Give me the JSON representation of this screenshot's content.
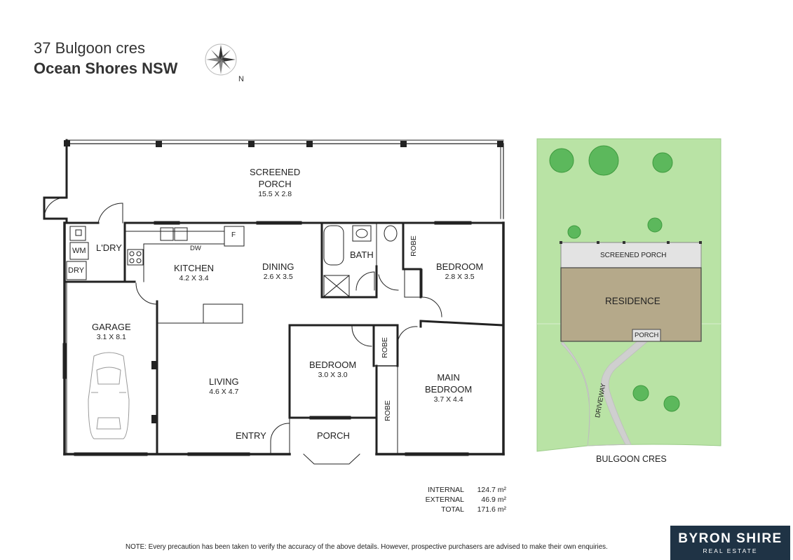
{
  "header": {
    "street": "37 Bulgoon cres",
    "suburb": "Ocean Shores NSW",
    "north_label": "N"
  },
  "rooms": {
    "screened_porch": {
      "name_line1": "SCREENED",
      "name_line2": "PORCH",
      "dims": "15.5 X 2.8"
    },
    "laundry": "L'DRY",
    "wm": "WM",
    "dry": "DRY",
    "fridge": "F",
    "dw": "DW",
    "kitchen": {
      "name": "KITCHEN",
      "dims": "4.2 X 3.4"
    },
    "dining": {
      "name": "DINING",
      "dims": "2.6 X 3.5"
    },
    "bath": "BATH",
    "robe1": "ROBE",
    "bedroom1": {
      "name": "BEDROOM",
      "dims": "2.8 X 3.5"
    },
    "garage": {
      "name": "GARAGE",
      "dims": "3.1 X 8.1"
    },
    "robe2": "ROBE",
    "bedroom2": {
      "name": "BEDROOM",
      "dims": "3.0 X 3.0"
    },
    "living": {
      "name": "LIVING",
      "dims": "4.6 X 4.7"
    },
    "main_bedroom": {
      "name_line1": "MAIN",
      "name_line2": "BEDROOM",
      "dims": "3.7 X 4.4"
    },
    "robe3": "ROBE",
    "entry": "ENTRY",
    "porch": "PORCH"
  },
  "site_plan": {
    "screened_porch": "SCREENED PORCH",
    "residence": "RESIDENCE",
    "porch": "PORCH",
    "driveway": "DRIVEWAY",
    "street": "BULGOON CRES"
  },
  "areas": [
    {
      "label": "INTERNAL",
      "value": "124.7 m²"
    },
    {
      "label": "EXTERNAL",
      "value": "46.9 m²"
    },
    {
      "label": "TOTAL",
      "value": "171.6 m²"
    }
  ],
  "note": "NOTE: Every precaution has been taken to verify the accuracy of the above details. However, prospective purchasers are advised to make their own enquiries.",
  "agency": {
    "name": "BYRON SHIRE",
    "subtitle": "REAL ESTATE"
  },
  "colors": {
    "lawn": "#b9e3a5",
    "tree": "#5cb85c",
    "residence": "#b5a98a",
    "porch_roof": "#e3e3e3",
    "driveway": "#cfcfcf",
    "logo_bg": "#1f3345"
  }
}
